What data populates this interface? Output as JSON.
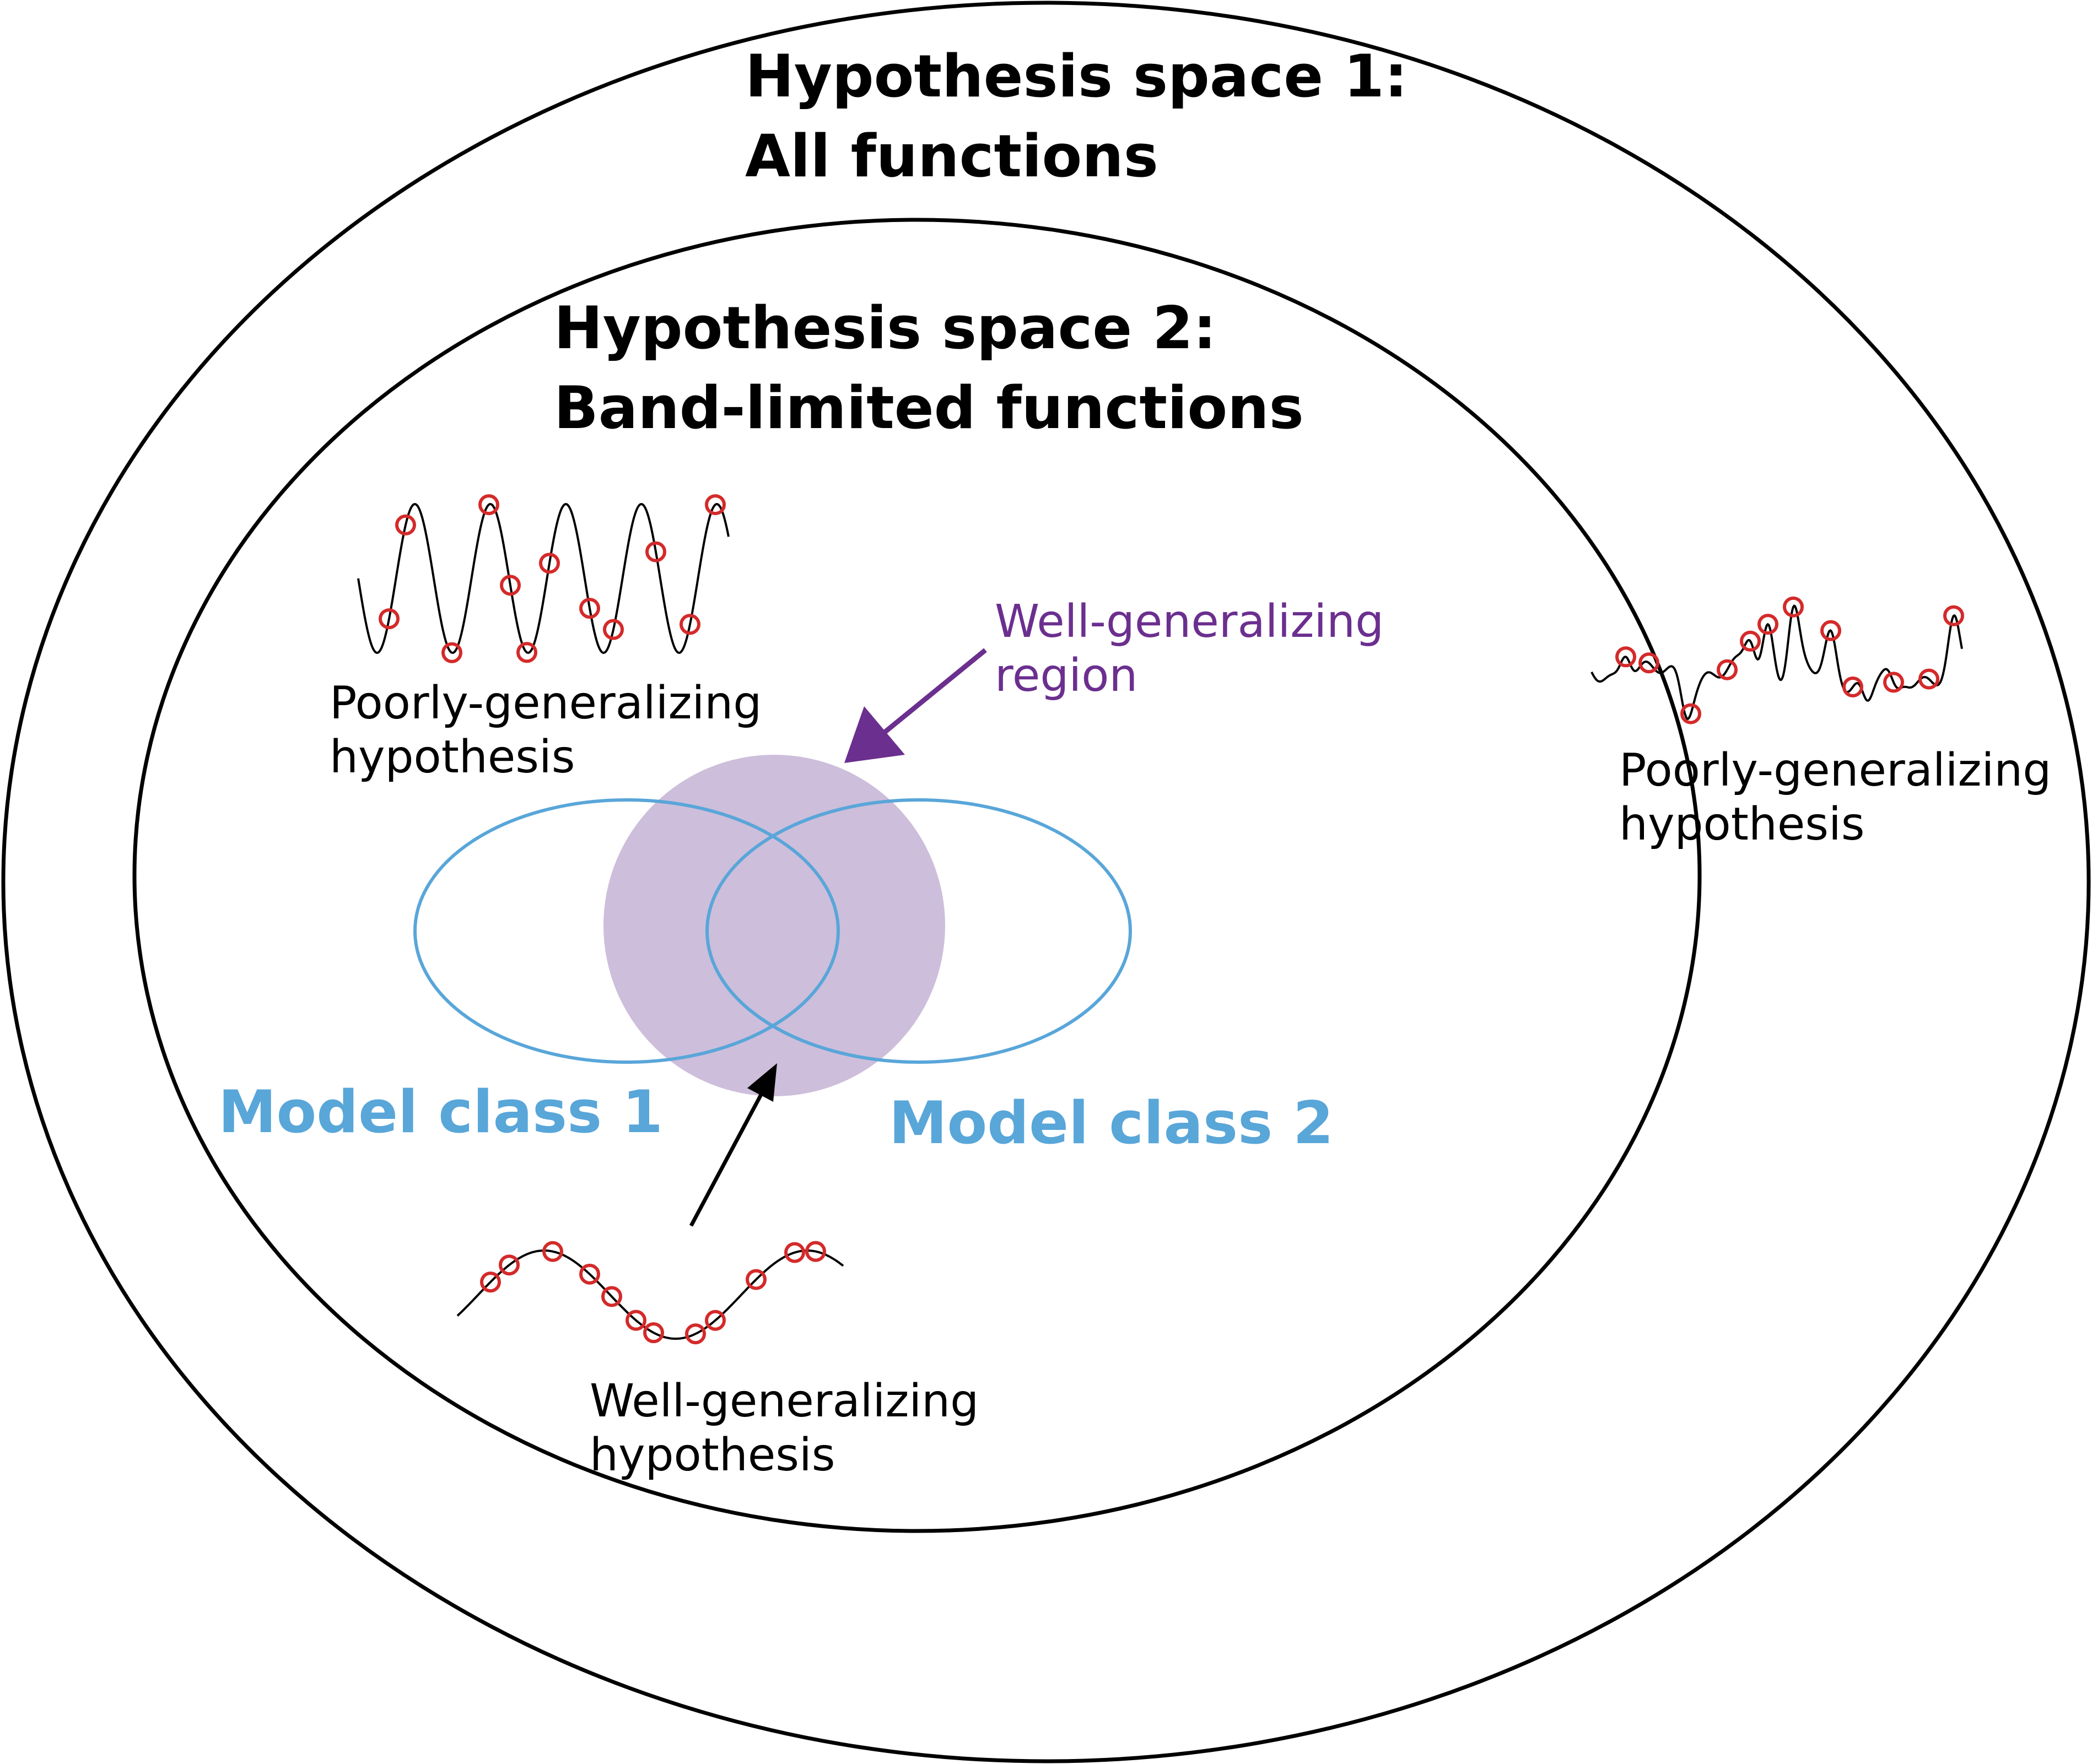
{
  "space1": {
    "line1": "Hypothesis space 1:",
    "line2": "All functions"
  },
  "space2": {
    "line1": "Hypothesis space 2:",
    "line2": "Band-limited functions"
  },
  "poor_inner": {
    "line1": "Poorly-generalizing",
    "line2": "hypothesis"
  },
  "poor_outer": {
    "line1": "Poorly-generalizing",
    "line2": "hypothesis"
  },
  "well_region": {
    "line1": "Well-generalizing",
    "line2": "region"
  },
  "well_hyp": {
    "line1": "Well-generalizing",
    "line2": "hypothesis"
  },
  "model1": {
    "label": "Model class 1"
  },
  "model2": {
    "label": "Model class 2"
  },
  "colors": {
    "outline": "#000000",
    "model_class": "#59a6d9",
    "region_fill": "#cdbedb",
    "region_arrow": "#6b2f8f",
    "sample_point": "#d42a2a"
  }
}
